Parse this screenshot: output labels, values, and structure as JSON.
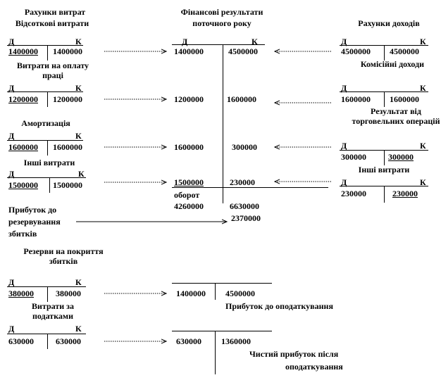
{
  "headers": {
    "expense_accounts": "Рахунки витрат",
    "financial_results_l1": "Фінансові результати",
    "financial_results_l2": "поточного року",
    "income_accounts": "Рахунки доходів"
  },
  "debit": "Д",
  "credit": "К",
  "left_accounts": [
    {
      "title": "Відсоткові витрати",
      "debit": "1400000",
      "credit": "1400000"
    },
    {
      "title": "Витрати на оплату праці",
      "debit": "1200000",
      "credit": "1200000"
    },
    {
      "title": "Амортизація",
      "debit": "1600000",
      "credit": "1600000"
    },
    {
      "title": "Інші витрати",
      "debit": "1500000",
      "credit": "1500000"
    }
  ],
  "right_accounts": [
    {
      "title": "Рахунки доходів",
      "debit": "4500000",
      "credit": "4500000"
    },
    {
      "title": "Комісійні доходи",
      "debit": "1600000",
      "credit": "1600000"
    },
    {
      "title": "Результат від торговельних операцій",
      "debit": "300000",
      "credit": "300000"
    },
    {
      "title": "Інші витрати",
      "debit": "230000",
      "credit": "230000"
    }
  ],
  "central": {
    "rows": [
      {
        "debit": "1400000",
        "credit": "4500000"
      },
      {
        "debit": "1200000",
        "credit": "1600000"
      },
      {
        "debit": "1600000",
        "credit": "300000"
      },
      {
        "debit": "1500000",
        "credit": "230000"
      }
    ],
    "turnover_label": "оборот",
    "turnover_debit": "4260000",
    "turnover_credit": "6630000",
    "balance": "2370000"
  },
  "profit_reserve_label": "Прибуток до резервування збитків",
  "reserve_account": {
    "title": "Резерви на покриття збитків",
    "debit": "380000",
    "credit": "380000"
  },
  "pretax_account": {
    "debit": "1400000",
    "credit": "4500000",
    "caption": "Прибуток до оподаткування"
  },
  "tax_account": {
    "title": "Витрати за податками",
    "debit": "630000",
    "credit": "630000"
  },
  "net_account": {
    "debit": "630000",
    "credit": "1360000",
    "caption_l1": "Чистий прибуток після",
    "caption_l2": "оподаткування"
  }
}
